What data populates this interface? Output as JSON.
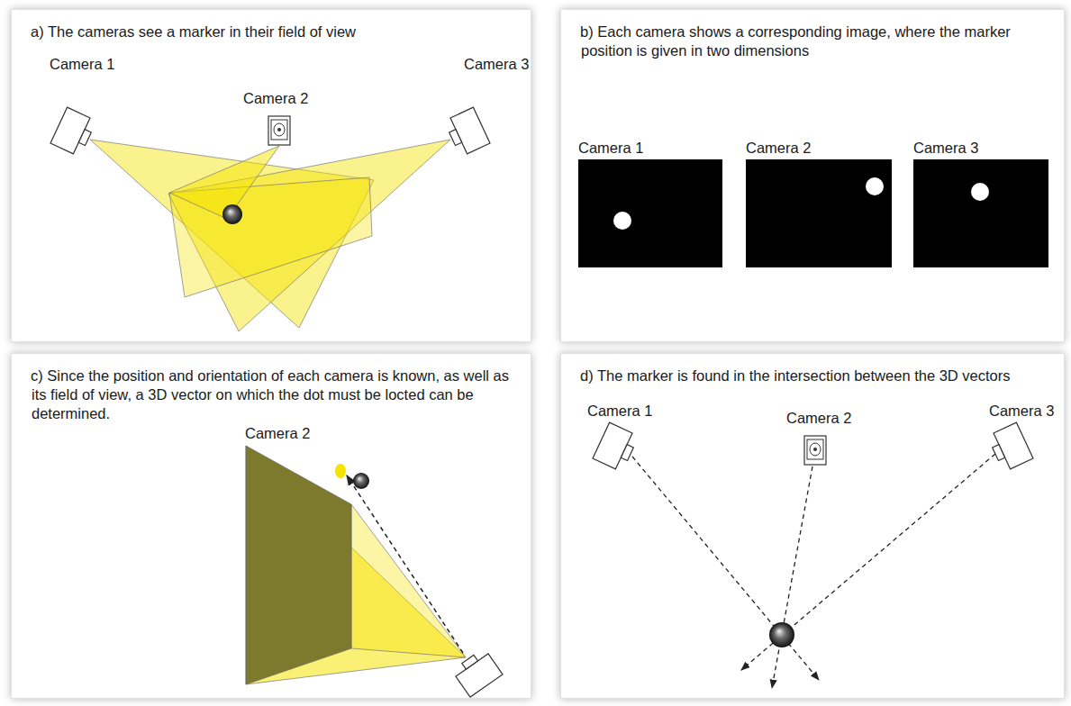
{
  "diagram": {
    "nodes": [
      {
        "text": [
          "a)  The cameras see a marker in their field of view"
        ]
      },
      {
        "text": [
          "b)  Each camera shows a corresponding image, where the marker position is given in two dimensions"
        ]
      },
      {
        "text": [
          "Camera 1"
        ],
        "in": 1
      },
      {
        "text": [
          "Camera 2"
        ],
        "in": 1
      },
      {
        "text": [
          "Camera 3"
        ],
        "in": 1
      },
      {
        "text": [
          "c)  Since the position and orientation of each camera is known, as well as its field of view, a 3D vector on which the dot must be locted can be determined."
        ]
      },
      {
        "text": [
          "d)  The marker is found in the intersection between the 3D vectors"
        ]
      }
    ],
    "labels": [
      "Camera 1",
      "Camera 2",
      "Camera 3",
      "Camera 2",
      "Camera 1",
      "Camera 2",
      "Camera 3"
    ]
  }
}
